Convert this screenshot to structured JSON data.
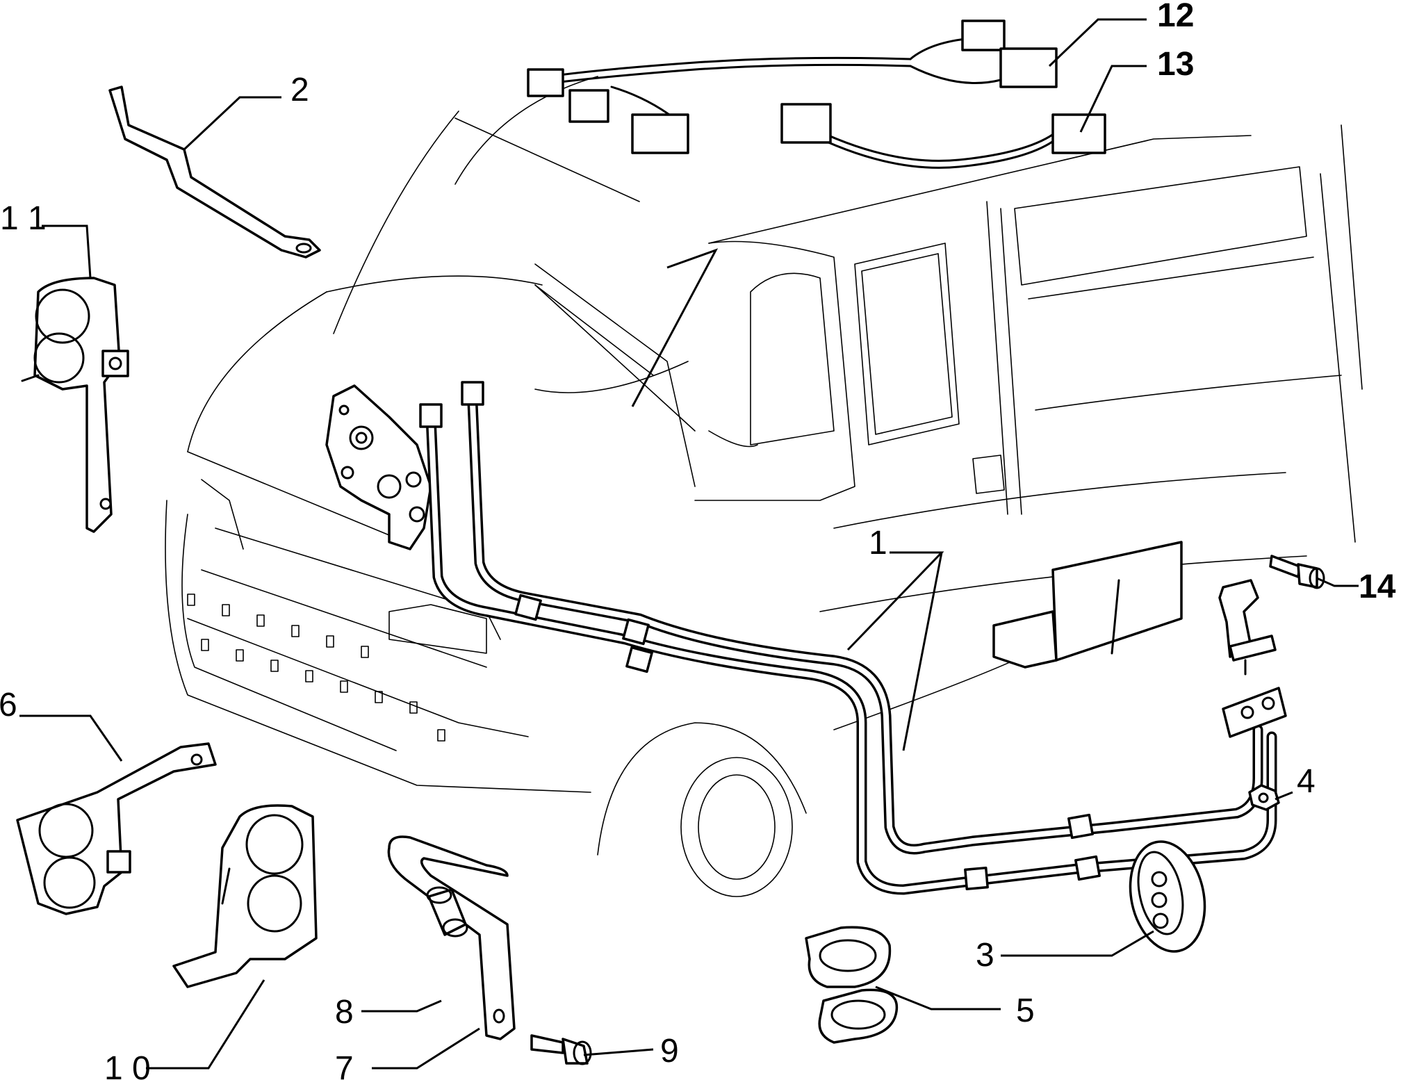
{
  "callouts": [
    {
      "id": "1",
      "text": "1"
    },
    {
      "id": "2",
      "text": "2"
    },
    {
      "id": "3",
      "text": "3"
    },
    {
      "id": "4",
      "text": "4"
    },
    {
      "id": "5",
      "text": "5"
    },
    {
      "id": "6",
      "text": "6"
    },
    {
      "id": "7",
      "text": "7"
    },
    {
      "id": "8",
      "text": "8"
    },
    {
      "id": "9",
      "text": "9"
    },
    {
      "id": "10",
      "text": "1 0"
    },
    {
      "id": "11",
      "text": "1 1"
    },
    {
      "id": "12",
      "text": "12"
    },
    {
      "id": "13",
      "text": "13"
    },
    {
      "id": "14",
      "text": "14"
    }
  ]
}
